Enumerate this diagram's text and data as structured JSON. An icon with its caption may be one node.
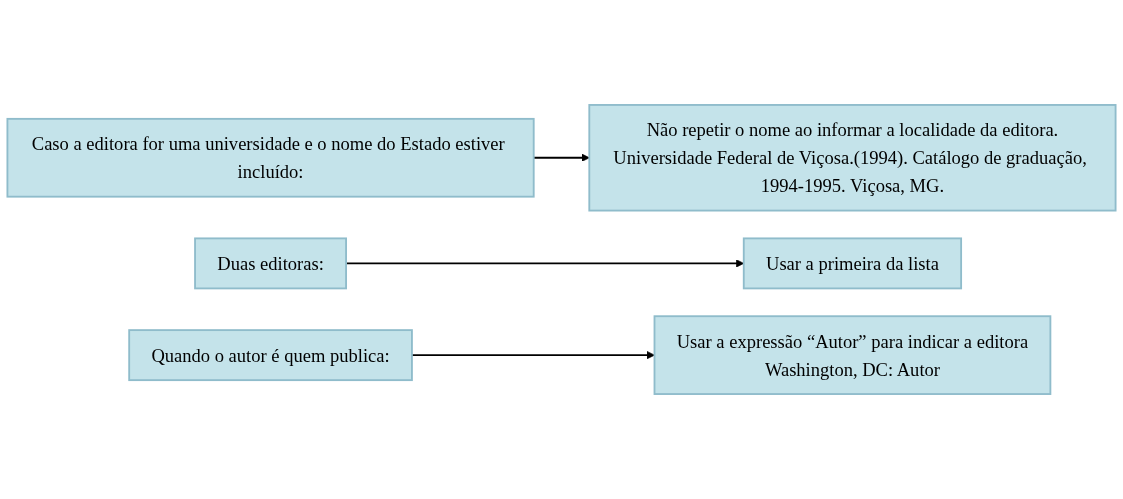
{
  "diagram": {
    "nodes": [
      {
        "text": [
          "Caso a editora for uma universidade e o nome do Estado estiver incluído:"
        ]
      },
      {
        "text": [
          "Não repetir o nome ao informar a localidade da editora.",
          "Universidade Federal de Viçosa.(1994). Catálogo de graduação, 1994-1995. Viçosa, MG."
        ]
      },
      {
        "text": [
          "Duas editoras:"
        ]
      },
      {
        "text": [
          "Usar a primeira da lista"
        ]
      },
      {
        "text": [
          "Quando o autor é quem publica:"
        ]
      },
      {
        "text": [
          "Usar a expressão “Autor” para indicar a editora",
          "Washington, DC: Autor"
        ]
      }
    ],
    "edges": [
      {
        "from": 0,
        "to": 1,
        "arrow": "to"
      },
      {
        "from": 2,
        "to": 3,
        "arrow": "to"
      },
      {
        "from": 4,
        "to": 5,
        "arrow": "to"
      }
    ]
  }
}
